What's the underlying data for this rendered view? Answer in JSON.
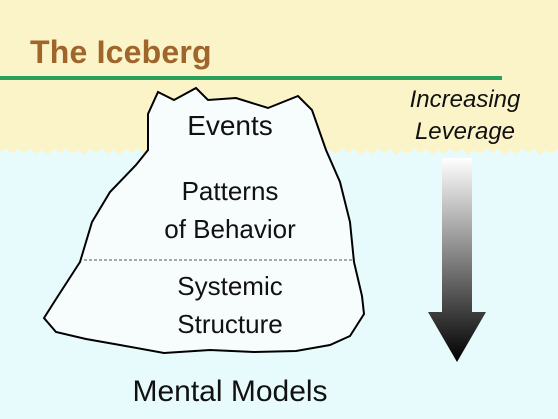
{
  "header": {
    "title": "The Iceberg"
  },
  "levels": {
    "events": "Events",
    "patterns_line1": "Patterns",
    "patterns_line2": "of Behavior",
    "systemic_line1": "Systemic",
    "systemic_line2": "Structure",
    "mental": "Mental Models"
  },
  "side": {
    "line1": "Increasing",
    "line2": "Leverage"
  },
  "colors": {
    "title": "#a0652a",
    "rule": "#2aa15a",
    "sky": "#fbf4c8",
    "sea": "#e8fbfc",
    "arrow_top": "#ffffff",
    "arrow_bottom": "#000000"
  }
}
